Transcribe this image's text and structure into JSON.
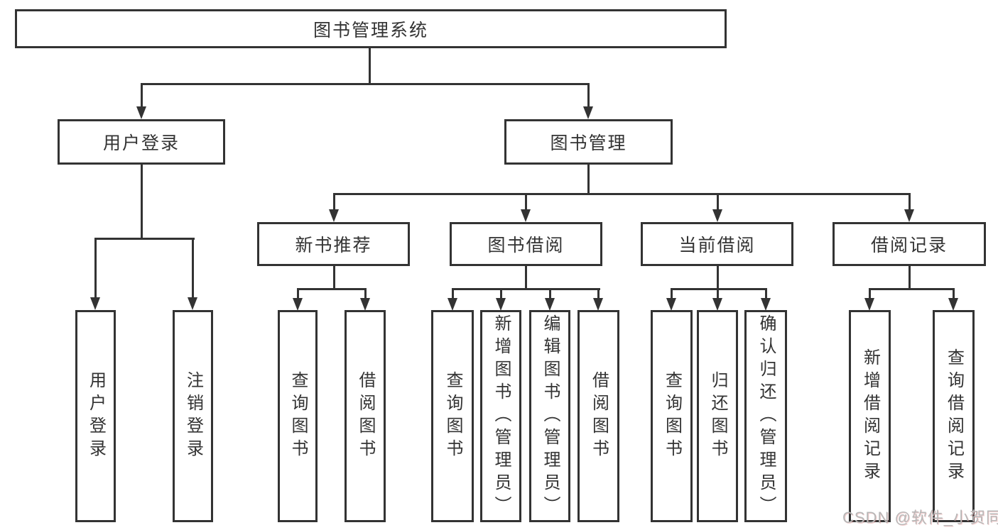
{
  "diagram": {
    "type": "hierarchy-tree",
    "root": {
      "label": "图书管理系统",
      "children": [
        {
          "label": "用户登录",
          "children": [
            {
              "label": "用户登录"
            },
            {
              "label": "注销登录"
            }
          ]
        },
        {
          "label": "图书管理",
          "children": [
            {
              "label": "新书推荐",
              "children": [
                {
                  "label": "查询图书"
                },
                {
                  "label": "借阅图书"
                }
              ]
            },
            {
              "label": "图书借阅",
              "children": [
                {
                  "label": "查询图书"
                },
                {
                  "label": "新增图书（管理员）"
                },
                {
                  "label": "编辑图书（管理员）"
                },
                {
                  "label": "借阅图书"
                }
              ]
            },
            {
              "label": "当前借阅",
              "children": [
                {
                  "label": "查询图书"
                },
                {
                  "label": "归还图书"
                },
                {
                  "label": "确认归还（管理员）"
                }
              ]
            },
            {
              "label": "借阅记录",
              "children": [
                {
                  "label": "新增借阅记录"
                },
                {
                  "label": "查询借阅记录"
                }
              ]
            }
          ]
        }
      ]
    }
  },
  "watermark": {
    "text": "CSDN @软件_小贺同学"
  },
  "colors": {
    "line": "#333333",
    "background": "#ffffff",
    "watermark_text": "#b7b7b7"
  }
}
